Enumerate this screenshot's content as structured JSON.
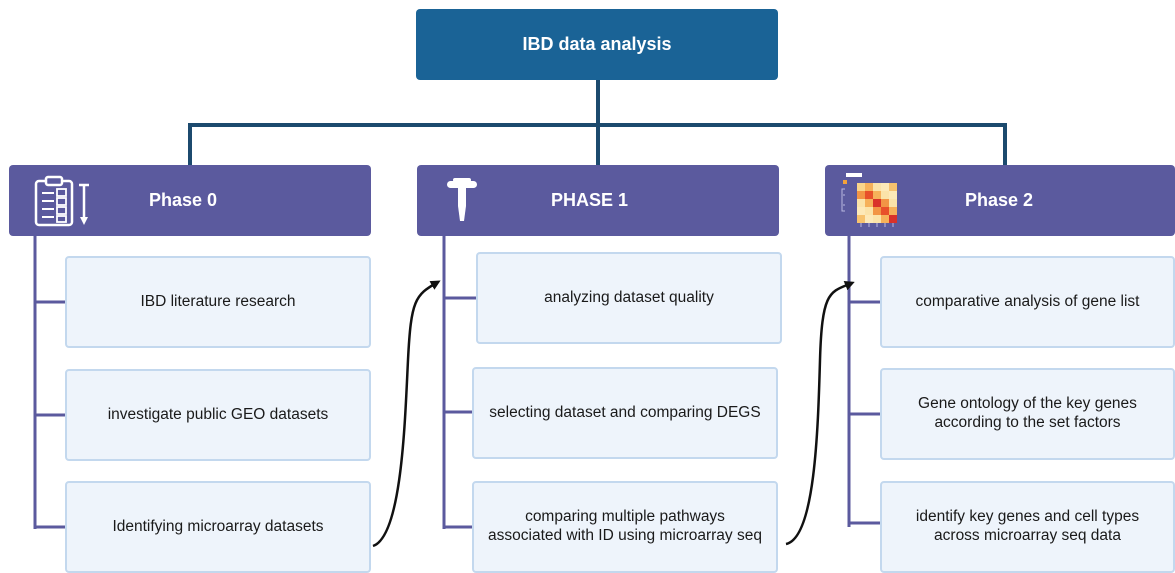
{
  "root": {
    "title": "IBD data analysis"
  },
  "phases": [
    {
      "title": "Phase 0",
      "icon": "clipboard-checklist-icon",
      "steps": [
        "IBD literature  research",
        "investigate public GEO datasets",
        "Identifying microarray datasets"
      ]
    },
    {
      "title": "PHASE 1",
      "icon": "pipette-icon",
      "steps": [
        "analyzing dataset quality",
        "selecting dataset and comparing DEGS",
        "comparing multiple pathways associated with ID using microarray seq"
      ]
    },
    {
      "title": "Phase 2",
      "icon": "heatmap-icon",
      "steps": [
        "comparative analysis of gene list",
        "Gene ontology of the key genes according to the set factors",
        "identify key genes and cell types across microarray seq data"
      ]
    }
  ],
  "colors": {
    "root_fill": "#1a6396",
    "phase_fill": "#5b5a9e",
    "step_fill": "#eef4fb",
    "step_border": "#c3d8ee",
    "connector": "#1c4a6e",
    "phase_connector": "#5b5a9e"
  }
}
